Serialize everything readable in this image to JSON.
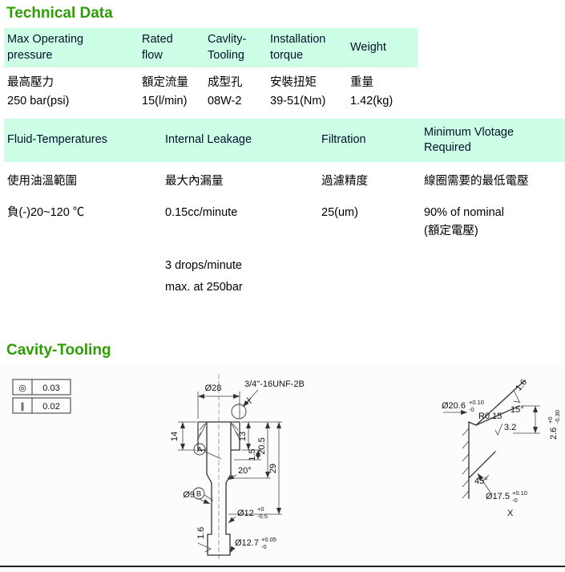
{
  "page": {
    "title": "Technical Data",
    "section2_title": "Cavity-Tooling"
  },
  "colors": {
    "heading_green": "#2f9e06",
    "table_header_bg": "#ccffe6"
  },
  "table1": {
    "headers": [
      "Max Operating\npressure",
      "Rated\nflow",
      "Cavlity-\nTooling",
      "Installation\ntorque",
      "Weight"
    ],
    "row_cn": [
      "最高壓力",
      "額定流量",
      "成型孔",
      "安裝扭矩",
      "重量"
    ],
    "row_values": [
      "250 bar(psi)",
      "15(l/min)",
      "08W-2",
      "39-51(Nm)",
      "1.42(kg)"
    ]
  },
  "table2": {
    "headers": [
      "Fluid-Temperatures",
      "Internal Leakage",
      "Filtration",
      "Minimum Vlotage\nRequired"
    ],
    "row_cn": [
      "使用油溫範圍",
      "最大內漏量",
      "過濾精度",
      "線圈需要的最低電壓"
    ],
    "row_values": [
      "負(-)20~120 ℃",
      "0.15cc/minute",
      "25(um)",
      "90% of nominal\n(額定電壓)"
    ],
    "row_extra": [
      "",
      "3 drops/minute\nmax. at 250bar",
      "",
      ""
    ]
  },
  "drawing": {
    "tolerances": [
      {
        "symbol": "◎",
        "value": "0.03"
      },
      {
        "symbol": "∥",
        "value": "0.02"
      }
    ],
    "labels": {
      "dia28": "Ø28",
      "thread": "3/4\"-16UNF-2B",
      "detail_ref": "X",
      "dim14": "14",
      "dim13": "13",
      "dim1_5": "1.5",
      "dim20_5": "20.5",
      "dim29": "29",
      "angle20": "20°",
      "dia9": "Ø9",
      "datum_a": "A",
      "datum_b": "B",
      "dia12": "Ø12",
      "dia12_tol_top": "+0",
      "dia12_tol_bot": "-0.5",
      "finish_left": "1.6",
      "dia12_7": "Ø12.7",
      "dia12_7_tol_top": "+0.05",
      "dia12_7_tol_bot": "-0"
    },
    "detail": {
      "dia20_6": "Ø20.6",
      "dia20_6_tol_top": "+0.10",
      "dia20_6_tol_bot": "-0",
      "r0_15": "R0.15",
      "angle15": "15°",
      "dim2_6": "2.6",
      "dim2_6_tol_top": "+0",
      "dim2_6_tol_bot": "-0.30",
      "dim3_2": "3.2",
      "finish_top": "1.6",
      "angle45": "45°",
      "dia17_5": "Ø17.5",
      "dia17_5_tol_top": "+0.10",
      "dia17_5_tol_bot": "-0",
      "view_label": "X"
    }
  }
}
